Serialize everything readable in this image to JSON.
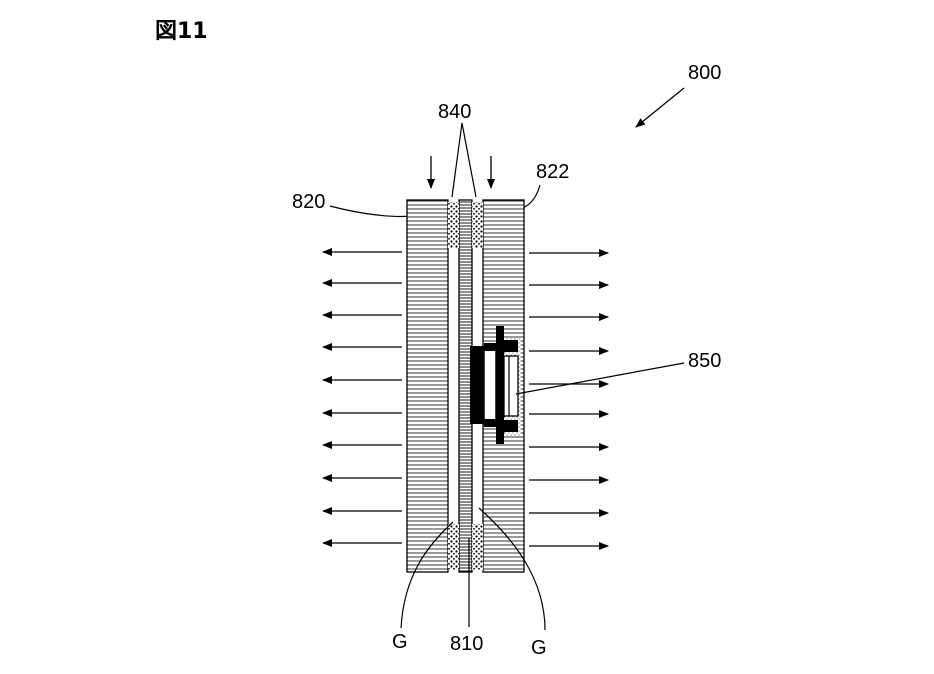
{
  "figure": {
    "title": "図11",
    "labels": {
      "assembly": "800",
      "seal": "840",
      "left_plate": "820",
      "right_plate": "822",
      "component": "850",
      "gap_left": "G",
      "center_plate": "810",
      "gap_right": "G"
    }
  },
  "colors": {
    "ink": "#000000",
    "background": "#ffffff"
  }
}
